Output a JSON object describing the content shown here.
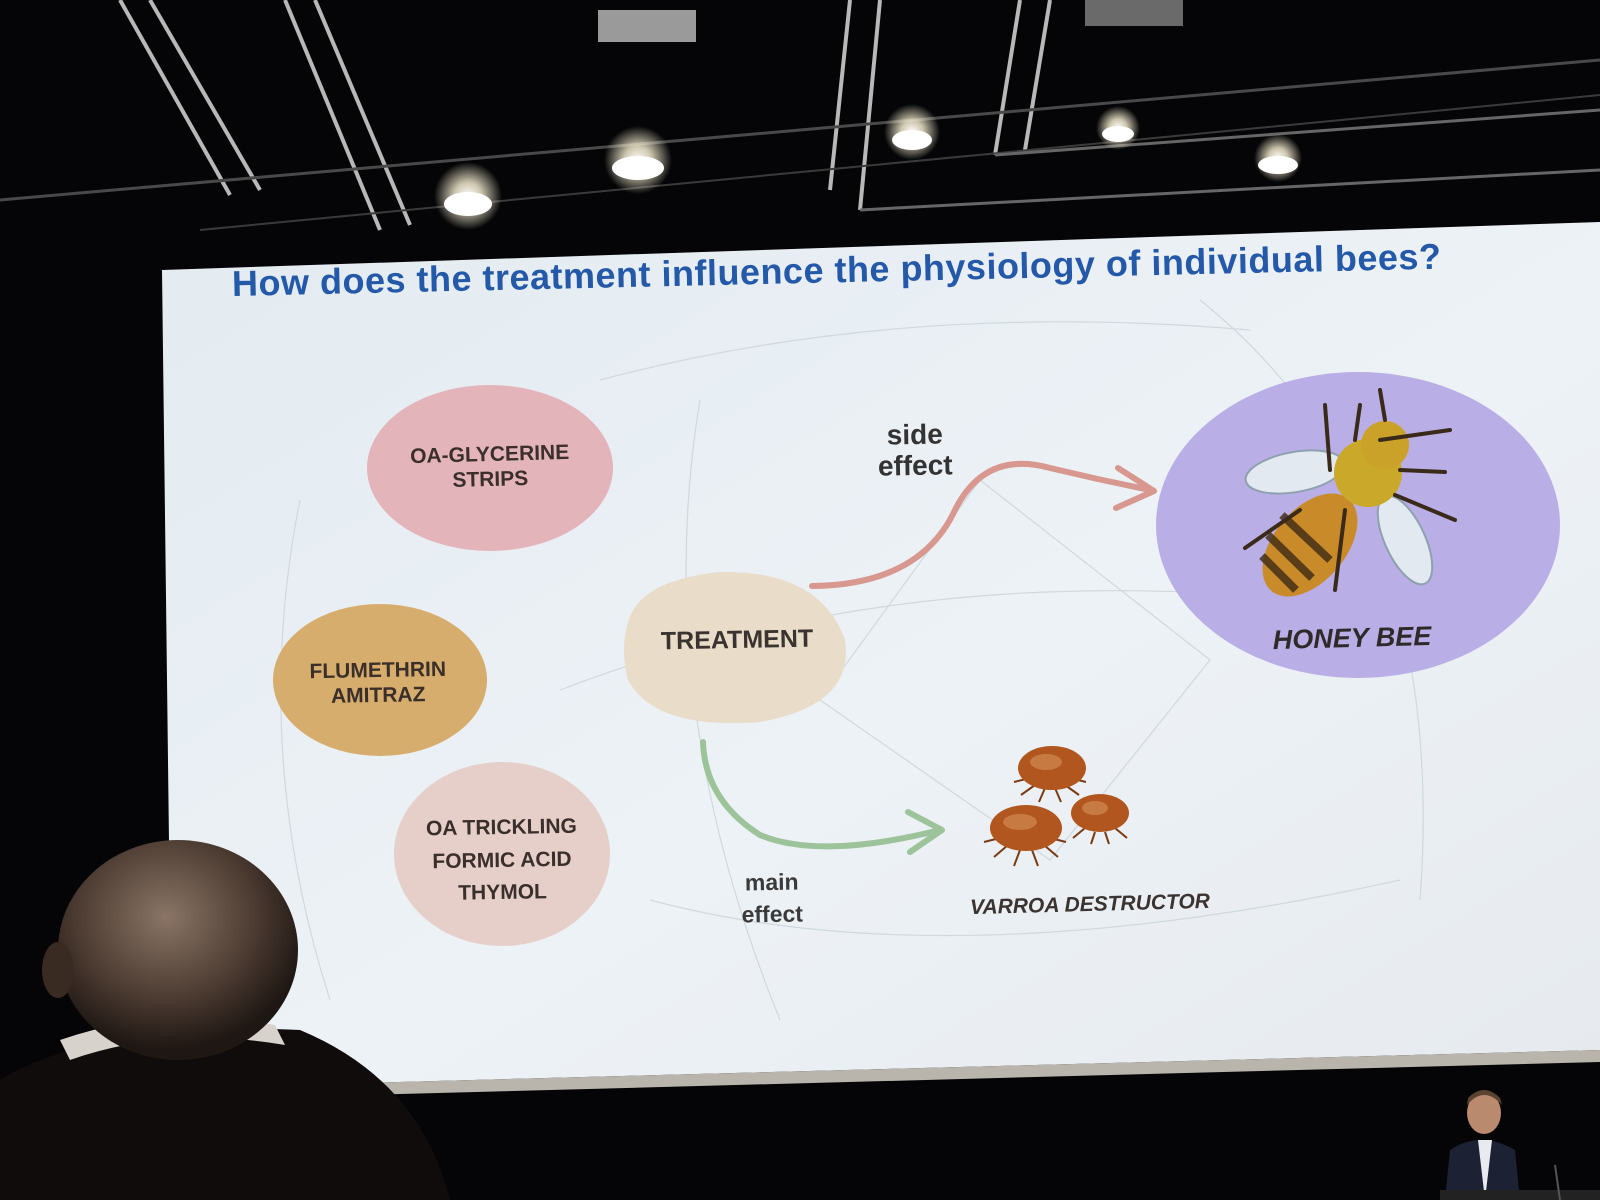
{
  "slide": {
    "title": "How does the treatment influence the physiology of individual bees?",
    "treatment_label": "TREATMENT",
    "options": [
      {
        "line1": "OA-GLYCERINE",
        "line2": "STRIPS",
        "color": "#e3b5bb"
      },
      {
        "line1": "FLUMETHRIN",
        "line2": "AMITRAZ",
        "color": "#d6ad6c"
      },
      {
        "line1": "OA TRICKLING",
        "line2": "FORMIC ACID",
        "line3": "THYMOL",
        "color": "#e6cfc9"
      }
    ],
    "side_effect": {
      "line1": "side",
      "line2": "effect",
      "color": "#d89890"
    },
    "main_effect": {
      "line1": "main",
      "line2": "effect",
      "color": "#9cc39a"
    },
    "honey_bee_label": "HONEY BEE",
    "varroa_label": "VARROA DESTRUCTOR",
    "colors": {
      "title": "#2458a8",
      "treatment_blob": "#e9dcc8",
      "bee_blob": "#b9aee6",
      "mite": "#b0561e",
      "screen": "#e8eff4",
      "background": "#050507"
    }
  }
}
